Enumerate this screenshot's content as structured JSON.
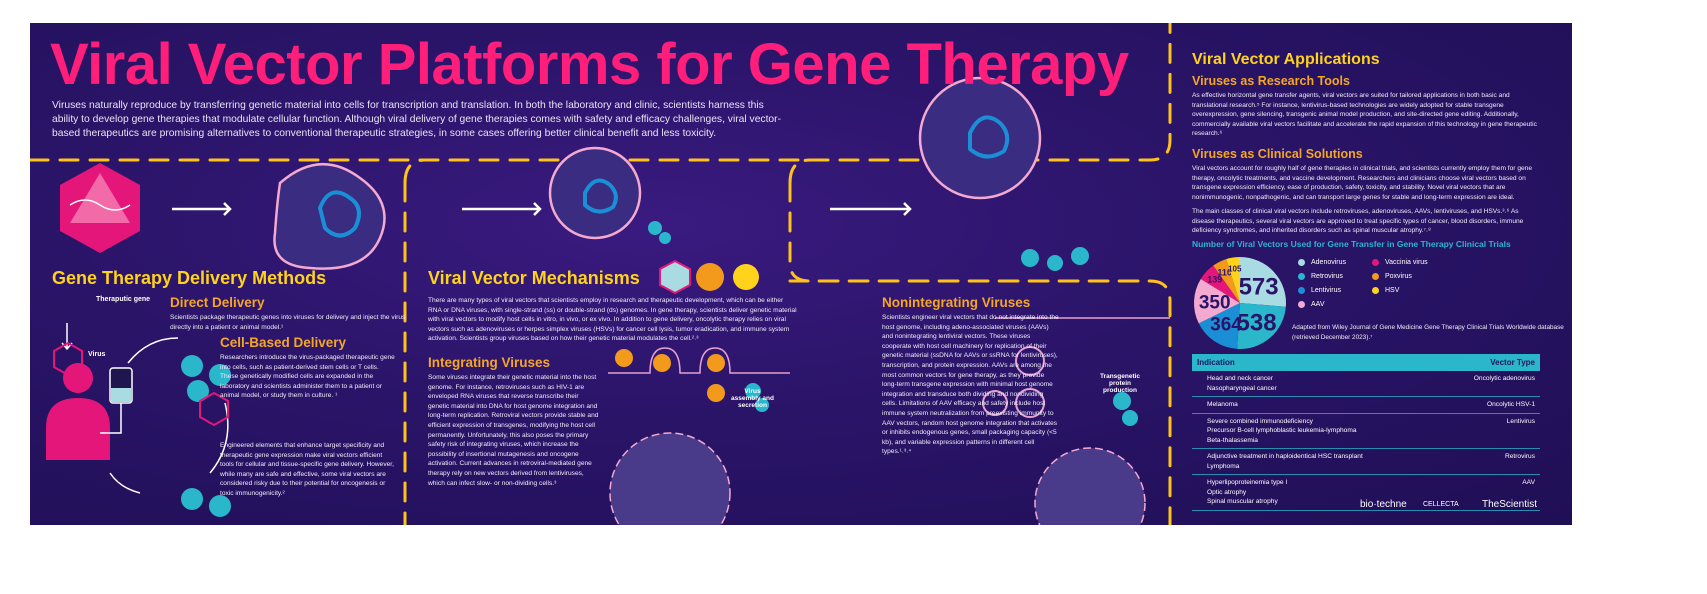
{
  "title": "Viral Vector Platforms for Gene Therapy",
  "intro": "Viruses naturally reproduce by transferring genetic material into cells for transcription and translation. In both the laboratory and clinic, scientists harness this ability to develop gene therapies that modulate cellular function. Although viral delivery of gene therapies comes with safety and efficacy challenges, viral vector-based therapeutics are promising alternatives to conventional therapeutic strategies, in some cases offering better clinical benefit and less toxicity.",
  "delivery": {
    "heading": "Gene Therapy Delivery Methods",
    "therapeutic_gene_label": "Theraputic gene",
    "virus_label": "Virus",
    "direct": {
      "heading": "Direct Delivery",
      "text": "Scientists package therapeutic genes into viruses for delivery and inject the virus directly into a patient or animal model.¹"
    },
    "cell_based": {
      "heading": "Cell-Based Delivery",
      "text": "Researchers introduce the virus-packaged therapeutic gene into cells, such as patient-derived stem cells or T cells. These genetically modified cells are expanded in the laboratory and scientists administer them to a patient or animal model, or study them in culture. ¹"
    },
    "engineered": "Engineered elements that enhance target specificity and therapeutic gene expression make viral vectors efficient tools for cellular and tissue-specific gene delivery. However, while many are safe and effective, some viral vectors are considered risky due to their potential for oncogenesis or toxic immunogenicity.²"
  },
  "mechanisms": {
    "heading": "Viral Vector Mechanisms",
    "text": "There are many types of viral vectors that scientists employ in research and therapeutic development, which can be either RNA or DNA viruses, with single-strand (ss) or double-strand (ds) genomes. In gene therapy, scientists deliver genetic material with viral vectors to modify host cells in vitro, in vivo, or ex vivo. In addition to gene delivery, oncolytic therapy relies on viral vectors such as adenoviruses or herpes simplex viruses (HSVs) for cancer cell lysis, tumor eradication, and immune system activation. Scientists group viruses based on how their genetic material modulates the cell.²˒³",
    "integrating": {
      "heading": "Integrating Viruses",
      "text": "Some viruses integrate their genetic material into the host genome. For instance, retroviruses such as HIV-1 are enveloped RNA viruses that reverse transcribe their genetic material into DNA for host genome integration and long-term replication. Retroviral vectors provide stable and efficient expression of transgenes, modifying the host cell permanently. Unfortunately, this also poses the primary safety risk of integrating viruses, which increase the possibility of insertional mutagenesis and oncogene activation. Current advances in retroviral-mediated gene therapy rely on new vectors derived from lentiviruses, which can infect slow- or non-dividing cells.³"
    },
    "assembly_label": "Virus assembly and secretion",
    "nonintegrating": {
      "heading": "Nonintegrating Viruses",
      "text": "Scientists engineer viral vectors that do not integrate into the host genome, including adeno-associated viruses (AAVs) and nonintegrating lentiviral vectors. These viruses cooperate with host cell machinery for replication of their genetic material (ssDNA for AAVs or ssRNA for lentiviruses), transcription, and protein expression. AAVs are among the most common vectors for gene therapy, as they provide long-term transgene expression with minimal host genome integration and transduce both dividing and nondividing cells. Limitations of AAV efficacy and safety include host immune system neutralization from preexisting immunity to AAV vectors, random host genome integration that activates or inhibits endogenous genes, small packaging capacity (<5 kb), and variable expression patterns in different cell types.¹˒³˒⁴"
    },
    "protein_label": "Transgenetic protein production"
  },
  "applications": {
    "heading": "Viral Vector Applications",
    "research": {
      "heading": "Viruses as Research Tools",
      "text": "As effective horizontal gene transfer agents, viral vectors are suited for tailored applications in both basic and translational research.⁵ For instance, lentivirus-based technologies are widely adopted for stable transgene overexpression, gene silencing, transgenic animal model production, and site-directed gene editing. Additionally, commercially available viral vectors facilitate and accelerate the rapid expansion of this technology in gene therapeutic research.⁶"
    },
    "clinical": {
      "heading": "Viruses as Clinical Solutions",
      "text1": "Viral vectors account for roughly half of gene therapies in clinical trials, and scientists currently employ them for gene therapy, oncolytic treatments, and vaccine development. Researchers and clinicians choose viral vectors based on transgene expression efficiency, ease of production, safety, toxicity, and stability. Novel viral vectors that are nonimmunogenic, nonpathogenic, and can transport large genes for stable and long-term expression are ideal.",
      "text2": "The main classes of clinical viral vectors include retroviruses, adenoviruses, AAVs, lentiviruses, and HSVs.³˒⁶ As disease therapeutics, several viral vectors are approved to treat specific types of cancer, blood disorders, immune deficiency syndromes, and inherited disorders such as spinal muscular atrophy.⁷˒⁸"
    },
    "source": "Adapted from Wiley Journal of Gene Medicine Gene Therapy Clinical Trials Worldwide database (retrieved December 2023).⁷"
  },
  "chart_data": {
    "type": "pie",
    "title": "Number of Viral Vectors Used for Gene Transfer in Gene Therapy Clinical Trials",
    "categories": [
      "Adenovirus",
      "Retrovirus",
      "Lentivirus",
      "AAV",
      "Vaccinia virus",
      "Poxvirus",
      "HSV"
    ],
    "values": [
      573,
      538,
      364,
      350,
      139,
      110,
      105
    ],
    "colors": [
      "#a9dbe3",
      "#2ab7cc",
      "#1a8fd6",
      "#f4a9d0",
      "#e5167a",
      "#f39a1d",
      "#ffd21c"
    ],
    "legend": "right"
  },
  "table": {
    "headers": [
      "Indication",
      "Vector Type"
    ],
    "rows": [
      {
        "indications": [
          "Head and neck cancer",
          "Nasopharyngeal cancer"
        ],
        "vector": "Oncolytic adenovirus"
      },
      {
        "indications": [
          "Melanoma"
        ],
        "vector": "Oncolytic HSV-1"
      },
      {
        "indications": [
          "Severe combined immunodeficiency",
          "Precursor B-cell lymphoblastic leukemia-lymphoma",
          "Beta-thalassemia"
        ],
        "vector": "Lentivirus"
      },
      {
        "indications": [
          "Adjunctive treatment in haploidentical HSC transplant",
          "Lymphoma"
        ],
        "vector": "Retrovirus"
      },
      {
        "indications": [
          "Hyperlipoproteinemia type I",
          "Optic atrophy",
          "Spinal muscular atrophy"
        ],
        "vector": "AAV"
      }
    ]
  },
  "logos": {
    "biotechne": "bio·techne",
    "cellecta": "CELLECTA",
    "scientist": "TheScientist"
  },
  "colors": {
    "title": "#ff1f7a",
    "heading": "#ffd21c",
    "subheading": "#f5a623",
    "accent": "#2ab7cc",
    "background": "#2a1468"
  }
}
